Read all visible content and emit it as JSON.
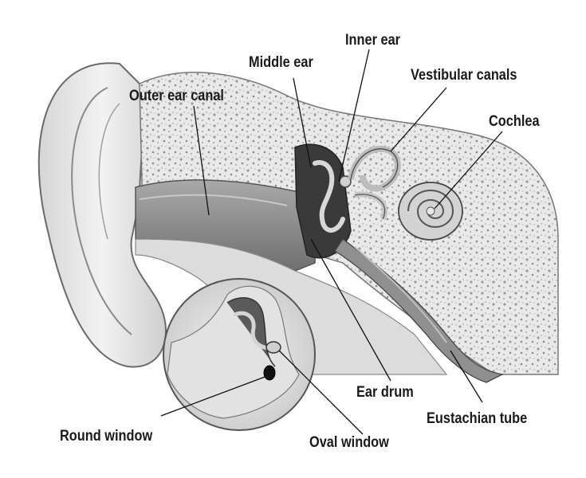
{
  "labels": {
    "inner_ear": "Inner ear",
    "middle_ear": "Middle ear",
    "vestibular_canals": "Vestibular canals",
    "outer_ear_canal": "Outer ear canal",
    "cochlea": "Cochlea",
    "ear_drum": "Ear drum",
    "eustachian_tube": "Eustachian tube",
    "round_window": "Round window",
    "oval_window": "Oval window"
  }
}
